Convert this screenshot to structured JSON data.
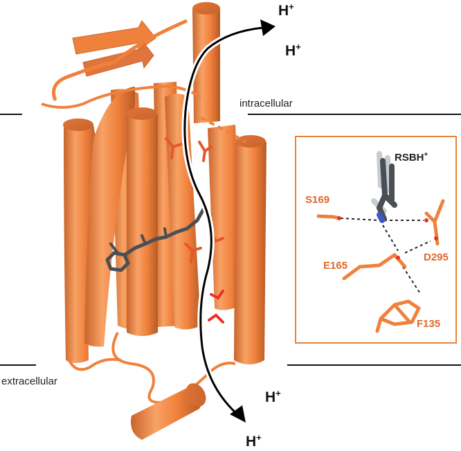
{
  "labels": {
    "proton_top_1": "H",
    "proton_top_2": "H",
    "proton_bottom_1": "H",
    "proton_bottom_2": "H",
    "proton_charge": "+",
    "intracellular": "intracellular",
    "extracellular": "extracellular"
  },
  "inset": {
    "chromophore": "RSBH",
    "chromophore_charge": "+",
    "residues": [
      "S169",
      "D295",
      "E165",
      "F135"
    ]
  },
  "colors": {
    "protein": "#f0813c",
    "protein_shade": "#c8642a",
    "retinal": "#4a4f55",
    "oxygen": "#e8322a",
    "nitrogen": "#3a58c8",
    "arrow": "#000000",
    "inset_border": "#e8823a"
  }
}
